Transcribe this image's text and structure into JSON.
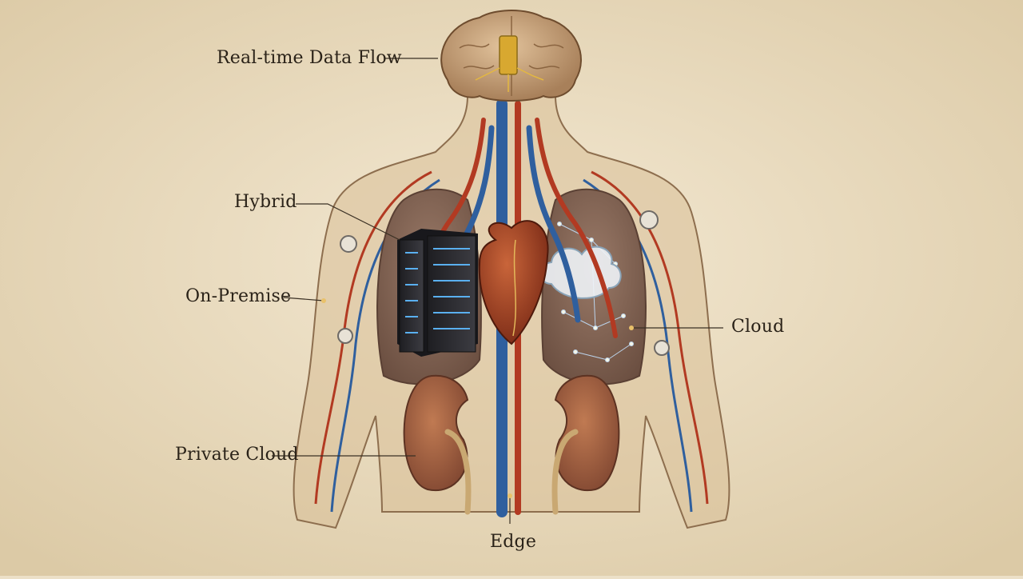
{
  "labels": {
    "realtime": "Real-time Data Flow",
    "hybrid": "Hybrid",
    "on_premise": "On-Premise",
    "cloud": "Cloud",
    "private_cloud": "Private Cloud",
    "edge": "Edge"
  },
  "colors": {
    "background": "#ece0c8",
    "skin": "#d9bf98",
    "skin_outline": "#8d6e4e",
    "artery": "#b23a22",
    "vein": "#2f5f9e",
    "heart": "#9c3b22",
    "lung": "#7a5a4a",
    "kidney": "#9a5a3e",
    "brain": "#c9a27a",
    "server": "#2a2a2e",
    "chip": "#d8a830",
    "cloud_node": "#eef3f7",
    "label_text": "#2a2218"
  }
}
